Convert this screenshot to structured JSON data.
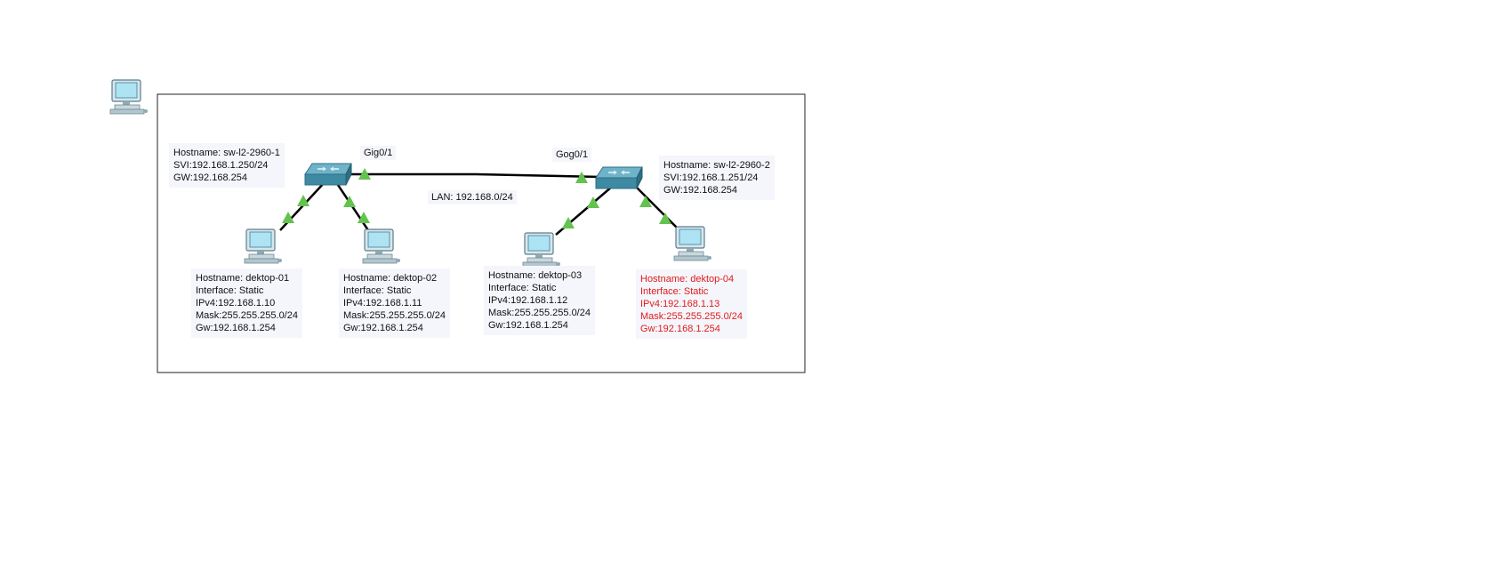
{
  "colors": {
    "link": "#000000",
    "port_up": "#64c24f",
    "device": "#4b8fa8",
    "alert_text": "#e21b1b",
    "label_bg": "#f4f6fb"
  },
  "icons": {
    "pc": "pc-icon",
    "switch": "switch-icon",
    "port": "link-up-triangle-icon"
  },
  "switches": [
    {
      "id": "sw1",
      "hostname": "Hostname: sw-l2-2960-1",
      "svi": "SVI:192.168.1.250/24",
      "gw": "GW:192.168.254",
      "uplink_port": "Gig0/1"
    },
    {
      "id": "sw2",
      "hostname": "Hostname: sw-l2-2960-2",
      "svi": "SVI:192.168.1.251/24",
      "gw": "GW:192.168.254",
      "uplink_port": "Gog0/1"
    }
  ],
  "lan_label": "LAN: 192.168.0/24",
  "pcs": [
    {
      "id": "pc1",
      "hostname": "Hostname: dektop-01",
      "interface": "Interface: Static",
      "ipv4": "IPv4:192.168.1.10",
      "mask": "Mask:255.255.255.0/24",
      "gw": "Gw:192.168.1.254",
      "highlighted": false
    },
    {
      "id": "pc2",
      "hostname": "Hostname: dektop-02",
      "interface": "Interface: Static",
      "ipv4": "IPv4:192.168.1.11",
      "mask": "Mask:255.255.255.0/24",
      "gw": "Gw:192.168.1.254",
      "highlighted": false
    },
    {
      "id": "pc3",
      "hostname": "Hostname: dektop-03",
      "interface": "Interface: Static",
      "ipv4": "IPv4:192.168.1.12",
      "mask": "Mask:255.255.255.0/24",
      "gw": "Gw:192.168.1.254",
      "highlighted": false
    },
    {
      "id": "pc4",
      "hostname": "Hostname: dektop-04",
      "interface": "Interface: Static",
      "ipv4": "IPv4:192.168.1.13",
      "mask": "Mask:255.255.255.0/24",
      "gw": "Gw:192.168.1.254",
      "highlighted": true
    }
  ]
}
